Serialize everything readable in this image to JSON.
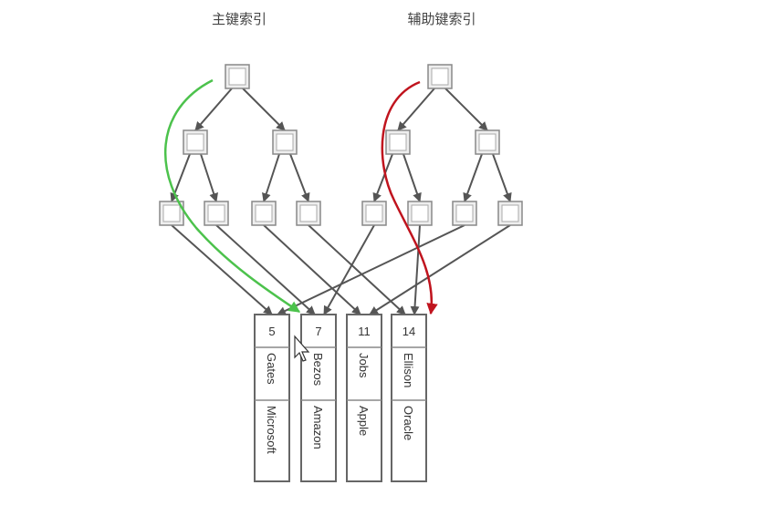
{
  "titles": {
    "primary": "主键索引",
    "secondary": "辅助键索引"
  },
  "records": [
    {
      "id": "5",
      "name": "Gates",
      "company": "Microsoft"
    },
    {
      "id": "7",
      "name": "Bezos",
      "company": "Amazon"
    },
    {
      "id": "11",
      "name": "Jobs",
      "company": "Apple"
    },
    {
      "id": "14",
      "name": "Ellison",
      "company": "Oracle"
    }
  ],
  "colors": {
    "green_path": "#4cc24c",
    "red_path": "#c0141e",
    "edge": "#555555"
  }
}
